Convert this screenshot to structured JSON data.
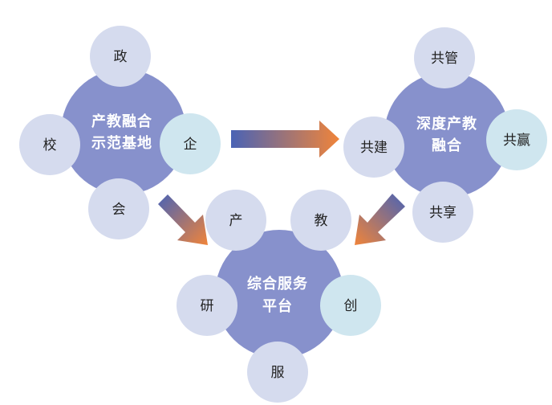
{
  "clusters": {
    "left": {
      "center": [
        "产教融合",
        "示范基地"
      ],
      "satellites": {
        "top": "政",
        "left": "校",
        "right": "企",
        "bottom": "会"
      }
    },
    "right": {
      "center": [
        "深度产教",
        "融合"
      ],
      "satellites": {
        "top": "共管",
        "left": "共建",
        "right": "共赢",
        "bottom": "共享"
      }
    },
    "bottom": {
      "center": [
        "综合服务",
        "平台"
      ],
      "satellites": {
        "top_left": "产",
        "top_right": "教",
        "left": "研",
        "right": "创",
        "bottom": "服"
      }
    }
  },
  "colors": {
    "big_circle": "#8791cc",
    "small_circle": "#d5dbee",
    "small_circle_alt": "#cfe6ef",
    "arrow_start": "#4a63b5",
    "arrow_end": "#f0843a",
    "big_text": "#ffffff",
    "small_text": "#222222"
  }
}
